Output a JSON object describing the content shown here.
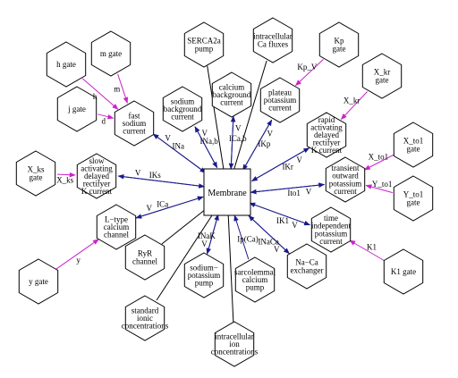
{
  "center": {
    "label": "Membrane"
  },
  "nodes": [
    {
      "id": "h_gate",
      "lines": [
        "h gate"
      ]
    },
    {
      "id": "m_gate",
      "lines": [
        "m gate"
      ]
    },
    {
      "id": "j_gate",
      "lines": [
        "j gate"
      ]
    },
    {
      "id": "fast_sodium",
      "lines": [
        "fast",
        "sodium",
        "current"
      ]
    },
    {
      "id": "serca",
      "lines": [
        "SERCA2a",
        "pump"
      ]
    },
    {
      "id": "ca_fluxes",
      "lines": [
        "intracellular",
        "Ca fluxes"
      ]
    },
    {
      "id": "kp_gate",
      "lines": [
        "Kp",
        "gate"
      ]
    },
    {
      "id": "na_bg",
      "lines": [
        "sodium",
        "background",
        "current"
      ]
    },
    {
      "id": "ca_bg",
      "lines": [
        "calcium",
        "background",
        "current"
      ]
    },
    {
      "id": "plateau_k",
      "lines": [
        "plateau",
        "potassium",
        "current"
      ]
    },
    {
      "id": "xkr_gate",
      "lines": [
        "X_kr",
        "gate"
      ]
    },
    {
      "id": "rapid_k",
      "lines": [
        "rapid",
        "activating",
        "delayed",
        "rectifyer",
        "K current"
      ]
    },
    {
      "id": "xks_gate",
      "lines": [
        "X_ks",
        "gate"
      ]
    },
    {
      "id": "slow_k",
      "lines": [
        "slow",
        "activating",
        "delayed",
        "rectifyer",
        "K current"
      ]
    },
    {
      "id": "xto1_gate",
      "lines": [
        "X_to1",
        "gate"
      ]
    },
    {
      "id": "transient_k",
      "lines": [
        "transient",
        "outward",
        "potassium",
        "current"
      ]
    },
    {
      "id": "yto1_gate",
      "lines": [
        "Y_to1",
        "gate"
      ]
    },
    {
      "id": "ltype",
      "lines": [
        "L−type",
        "calcium",
        "channel"
      ]
    },
    {
      "id": "time_indep_k",
      "lines": [
        "time",
        "independent",
        "potassium",
        "current"
      ]
    },
    {
      "id": "y_gate",
      "lines": [
        "y gate"
      ]
    },
    {
      "id": "ryr",
      "lines": [
        "RyR",
        "channel"
      ]
    },
    {
      "id": "nak_pump",
      "lines": [
        "sodium−",
        "potassium",
        "pump"
      ]
    },
    {
      "id": "sarco_pump",
      "lines": [
        "sarcolemmal",
        "calcium",
        "pump"
      ]
    },
    {
      "id": "naca",
      "lines": [
        "Na−Ca",
        "exchanger"
      ]
    },
    {
      "id": "k1_gate",
      "lines": [
        "K1 gate"
      ]
    },
    {
      "id": "std_ionic",
      "lines": [
        "standard",
        "ionic",
        "concentrations"
      ]
    },
    {
      "id": "intra_ion",
      "lines": [
        "intracellular",
        "ion",
        "concentrations"
      ]
    }
  ],
  "edges": [
    {
      "from": "h_gate",
      "to": "fast_sodium",
      "label": "h",
      "color": "#cc22cc"
    },
    {
      "from": "m_gate",
      "to": "fast_sodium",
      "label": "m",
      "color": "#cc22cc"
    },
    {
      "from": "j_gate",
      "to": "fast_sodium",
      "label": "d",
      "color": "#cc22cc"
    },
    {
      "from": "kp_gate",
      "to": "plateau_k",
      "label": "Kp_V",
      "color": "#cc22cc"
    },
    {
      "from": "xkr_gate",
      "to": "rapid_k",
      "label": "X_kr",
      "color": "#cc22cc"
    },
    {
      "from": "xks_gate",
      "to": "slow_k",
      "label": "X_ks",
      "color": "#cc22cc"
    },
    {
      "from": "xto1_gate",
      "to": "transient_k",
      "label": "X_to1",
      "color": "#cc22cc"
    },
    {
      "from": "yto1_gate",
      "to": "transient_k",
      "label": "Y_to1",
      "color": "#cc22cc"
    },
    {
      "from": "y_gate",
      "to": "ltype",
      "label": "y",
      "color": "#cc22cc"
    },
    {
      "from": "k1_gate",
      "to": "time_indep_k",
      "label": "K1",
      "color": "#cc22cc"
    },
    {
      "from": "fast_sodium",
      "to": "center",
      "label": "INa",
      "color": "#1a1a8c"
    },
    {
      "from": "na_bg",
      "to": "center",
      "label": "INa,b",
      "color": "#1a1a8c"
    },
    {
      "from": "ca_bg",
      "to": "center",
      "label": "ICa,b",
      "color": "#1a1a8c"
    },
    {
      "from": "plateau_k",
      "to": "center",
      "label": "IKp",
      "color": "#1a1a8c"
    },
    {
      "from": "rapid_k",
      "to": "center",
      "label": "IKr",
      "color": "#1a1a8c"
    },
    {
      "from": "slow_k",
      "to": "center",
      "label": "IKs",
      "color": "#1a1a8c"
    },
    {
      "from": "transient_k",
      "to": "center",
      "label": "Ito1",
      "color": "#1a1a8c"
    },
    {
      "from": "ltype",
      "to": "center",
      "label": "ICa",
      "color": "#1a1a8c"
    },
    {
      "from": "time_indep_k",
      "to": "center",
      "label": "IK1",
      "color": "#1a1a8c"
    },
    {
      "from": "nak_pump",
      "to": "center",
      "label": "INaK",
      "color": "#1a1a8c"
    },
    {
      "from": "sarco_pump",
      "to": "center",
      "label": "Ip(Ca)",
      "color": "#1a1a8c"
    },
    {
      "from": "naca",
      "to": "center",
      "label": "INaCa",
      "color": "#1a1a8c"
    },
    {
      "from": "center",
      "to": "fast_sodium",
      "label": "V",
      "color": "#1a1a8c"
    },
    {
      "from": "center",
      "to": "na_bg",
      "label": "V",
      "color": "#1a1a8c"
    },
    {
      "from": "center",
      "to": "ca_bg",
      "label": "V",
      "color": "#1a1a8c"
    },
    {
      "from": "center",
      "to": "plateau_k",
      "label": "V",
      "color": "#1a1a8c"
    },
    {
      "from": "center",
      "to": "rapid_k",
      "label": "V",
      "color": "#1a1a8c"
    },
    {
      "from": "center",
      "to": "slow_k",
      "label": "V",
      "color": "#1a1a8c"
    },
    {
      "from": "center",
      "to": "transient_k",
      "label": "V",
      "color": "#1a1a8c"
    },
    {
      "from": "center",
      "to": "ltype",
      "label": "V",
      "color": "#1a1a8c"
    },
    {
      "from": "center",
      "to": "time_indep_k",
      "label": "V",
      "color": "#1a1a8c"
    },
    {
      "from": "center",
      "to": "nak_pump",
      "label": "V",
      "color": "#1a1a8c"
    },
    {
      "from": "center",
      "to": "naca",
      "label": "V",
      "color": "#1a1a8c"
    },
    {
      "from": "center",
      "to": "serca",
      "label": "",
      "color": "#000000"
    },
    {
      "from": "center",
      "to": "ca_fluxes",
      "label": "",
      "color": "#000000"
    },
    {
      "from": "center",
      "to": "ryr",
      "label": "",
      "color": "#000000"
    },
    {
      "from": "center",
      "to": "std_ionic",
      "label": "",
      "color": "#000000"
    },
    {
      "from": "center",
      "to": "intra_ion",
      "label": "",
      "color": "#000000"
    }
  ]
}
